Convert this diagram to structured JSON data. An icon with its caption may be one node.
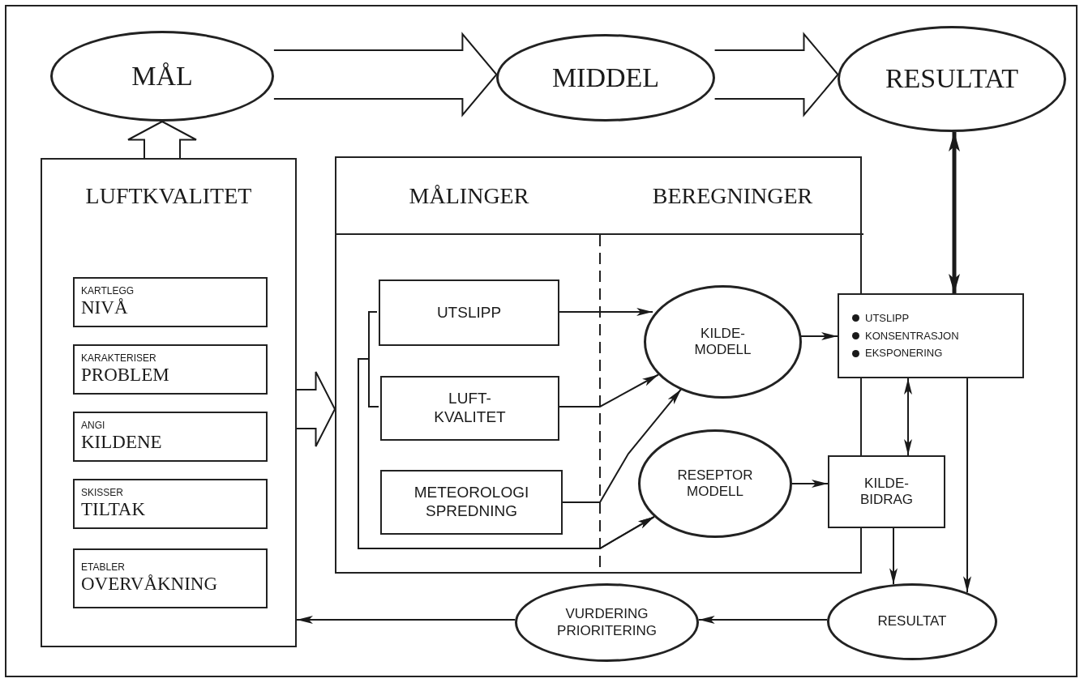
{
  "diagram": {
    "nodes": [
      {
        "text": [
          "MÅL"
        ]
      },
      {
        "text": [
          "MIDDEL"
        ]
      },
      {
        "text": [
          "RESULTAT"
        ]
      },
      {
        "text": [
          "LUFTKVALITET"
        ]
      },
      {
        "text": [
          "KARTLEGG",
          "NIVÅ"
        ],
        "in": 3
      },
      {
        "text": [
          "KARAKTERISER",
          "PROBLEM"
        ],
        "in": 3
      },
      {
        "text": [
          "ANGI",
          "KILDENE"
        ],
        "in": 3
      },
      {
        "text": [
          "SKISSER",
          "TILTAK"
        ],
        "in": 3
      },
      {
        "text": [
          "ETABLER",
          "OVERVÅKNING"
        ],
        "in": 3
      },
      {
        "text": [],
        "shape": "box"
      },
      {
        "text": [
          "MÅLINGER"
        ],
        "in": 9
      },
      {
        "text": [
          "BEREGNINGER"
        ],
        "in": 9
      },
      {
        "text": [
          "UTSLIPP"
        ],
        "in": 9
      },
      {
        "text": [
          "LUFT- KVALITET"
        ],
        "in": 9
      },
      {
        "text": [
          "METEOROLOGI SPREDNING"
        ],
        "in": 9
      },
      {
        "text": [
          "KILDE- MODELL"
        ],
        "in": 9
      },
      {
        "text": [
          "RESEPTOR MODELL"
        ],
        "in": 9
      },
      {
        "text": [
          "UTSLIPP",
          "KONSENTRASJON",
          "EKSPONERING"
        ]
      },
      {
        "text": [
          "KILDE- BIDRAG"
        ]
      },
      {
        "text": [
          "RESULTAT"
        ]
      },
      {
        "text": [
          "VURDERING PRIORITERING"
        ]
      }
    ],
    "edges": [
      {
        "from": 0,
        "to": 1,
        "arrow": "to",
        "style": "thick"
      },
      {
        "from": 1,
        "to": 2,
        "arrow": "to",
        "style": "thick"
      },
      {
        "from": 3,
        "to": 0,
        "arrow": "to",
        "style": "thick"
      },
      {
        "from": 3,
        "to": 9,
        "arrow": "to",
        "style": "thick"
      },
      {
        "from": 12,
        "to": 15,
        "arrow": "to"
      },
      {
        "from": 13,
        "to": 15,
        "arrow": "to"
      },
      {
        "from": 14,
        "to": 15,
        "arrow": "to"
      },
      {
        "from": 12,
        "to": 16,
        "arrow": "to"
      },
      {
        "from": 13,
        "to": 16,
        "arrow": "to"
      },
      {
        "from": 15,
        "to": 17,
        "arrow": "to"
      },
      {
        "from": 16,
        "to": 18,
        "arrow": "to"
      },
      {
        "from": 17,
        "to": 2,
        "arrow": "both",
        "style": "thick"
      },
      {
        "from": 17,
        "to": 18,
        "arrow": "both"
      },
      {
        "from": 17,
        "to": 19,
        "arrow": "to"
      },
      {
        "from": 18,
        "to": 19,
        "arrow": "to"
      },
      {
        "from": 19,
        "to": 20,
        "arrow": "to"
      },
      {
        "from": 20,
        "to": 3,
        "arrow": "to"
      }
    ]
  }
}
